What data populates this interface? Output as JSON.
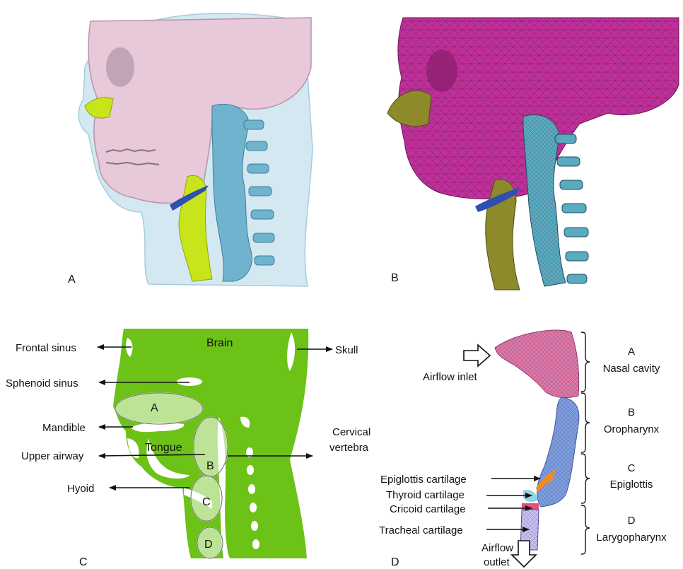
{
  "panels": {
    "a": {
      "letter": "A"
    },
    "b": {
      "letter": "B"
    },
    "c": {
      "letter": "C",
      "zones": {
        "a": "A",
        "b": "B",
        "c": "C",
        "d": "D"
      }
    },
    "d": {
      "letter": "D"
    }
  },
  "panel_c_labels": {
    "brain": "Brain",
    "frontal_sinus": "Frontal sinus",
    "skull": "Skull",
    "sphenoid_sinus": "Sphenoid sinus",
    "mandible": "Mandible",
    "upper_airway": "Upper airway",
    "tongue": "Tongue",
    "hyoid": "Hyoid",
    "cervical_1": "Cervical",
    "cervical_2": "vertebra"
  },
  "panel_d_labels": {
    "airflow_inlet": "Airflow inlet",
    "epiglottis_cartilage": "Epiglottis cartilage",
    "thyroid_cartilage": "Thyroid cartilage",
    "cricoid_cartilage": "Cricoid cartilage",
    "tracheal_cartilage": "Tracheal cartilage",
    "airflow_outlet_1": "Airflow",
    "airflow_outlet_2": "outlet"
  },
  "regions": [
    {
      "letter": "A",
      "name": "Nasal cavity"
    },
    {
      "letter": "B",
      "name": "Oropharynx"
    },
    {
      "letter": "C",
      "name": "Epiglottis"
    },
    {
      "letter": "D",
      "name": "Larygopharynx"
    }
  ],
  "colors": {
    "skull_pink": "#e7c9d9",
    "skin_blue": "#cfe6ef",
    "spine_blue": "#6fb3cf",
    "airway_yellow": "#c8e41a",
    "mesh_magenta": "#c0309a",
    "mesh_olive": "#8c8a2a",
    "mesh_cyan": "#5aaac0",
    "section_green": "#6cc217",
    "nasal_pink": "#dd77a8",
    "pharynx_blue": "#7f9ee0"
  }
}
